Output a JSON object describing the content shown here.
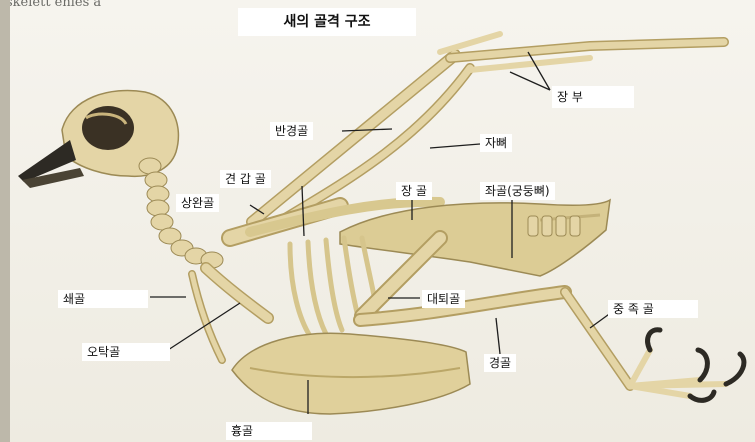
{
  "book_text": "skelett enles a",
  "title": "새의 골격 구조",
  "labels": {
    "jangbu": "장 부",
    "bangyeonggol": "반경골",
    "japyeo": "자뼈",
    "geongapgol": "견 갑 골",
    "sangwangol": "상완골",
    "janggol": "장 골",
    "jwagol": "좌골(궁둥뼈)",
    "swaegol": "쇄골",
    "daetoegol": "대퇴골",
    "ottakgol": "오탁골",
    "jungjokgol": "중 족 골",
    "gyeonggol": "경골",
    "hyunggol": "흉골"
  },
  "colors": {
    "bone": "#e4d5a6",
    "bone_shadow": "#b39e62",
    "dark": "#2d2a24",
    "leader": "#1e1e1e"
  }
}
